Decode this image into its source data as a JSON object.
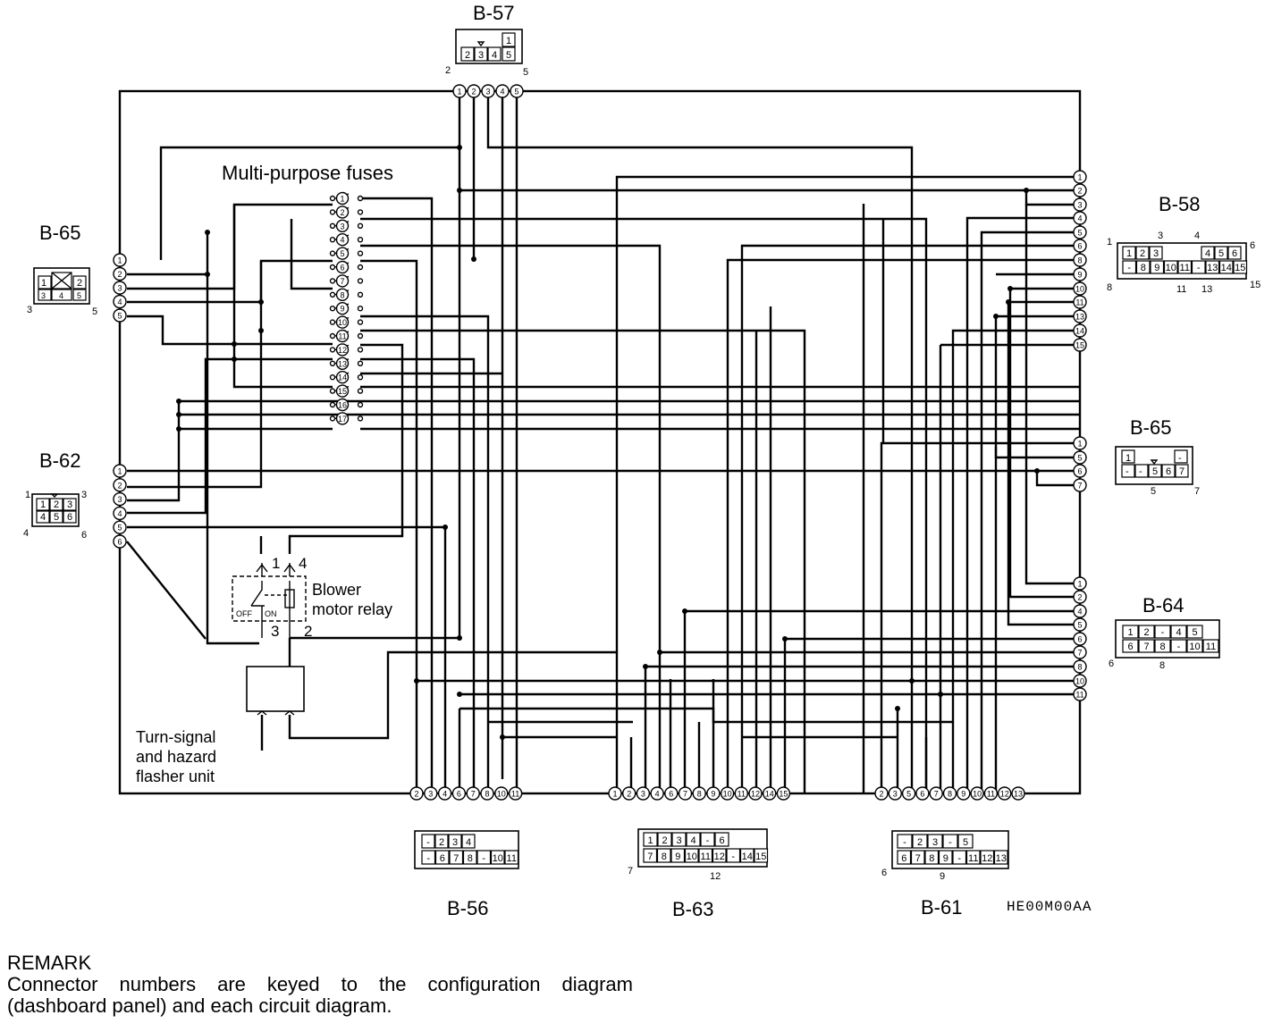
{
  "labels": {
    "multi_purpose_fuses": "Multi-purpose fuses",
    "blower_line1": "Blower",
    "blower_line2": "motor relay",
    "relay_pin1": "1",
    "relay_pin4": "4",
    "relay_pin3": "3",
    "relay_pin2": "2",
    "relay_off": "OFF",
    "relay_on": "ON",
    "flasher_line1": "Turn-signal",
    "flasher_line2": "and hazard",
    "flasher_line3": "flasher unit",
    "image_code": "HE00M00AA"
  },
  "connectors": {
    "b57": {
      "name": "B-57",
      "pins": [
        "1",
        "2",
        "3",
        "4",
        "5"
      ],
      "face": [
        "1",
        "2",
        "3",
        "4",
        "5"
      ],
      "ends": [
        "2",
        "5"
      ]
    },
    "b58": {
      "name": "B-58",
      "pins": [
        "1",
        "2",
        "3",
        "4",
        "5",
        "6",
        "8",
        "9",
        "10",
        "11",
        "13",
        "14",
        "15"
      ],
      "face_top": [
        "1",
        "2",
        "3",
        "4",
        "5",
        "6"
      ],
      "face_bottom": [
        "-",
        "8",
        "9",
        "10",
        "11",
        "-",
        "13",
        "14",
        "15"
      ],
      "ends": [
        "1",
        "3",
        "4",
        "6",
        "8",
        "11",
        "13",
        "15"
      ]
    },
    "b65_left": {
      "name": "B-65",
      "pins": [
        "1",
        "2",
        "3",
        "4",
        "5"
      ],
      "face_top": [
        "1",
        "2"
      ],
      "face_bottom": [
        "3",
        "4",
        "5"
      ],
      "ends": [
        "3",
        "5"
      ]
    },
    "b62": {
      "name": "B-62",
      "pins": [
        "1",
        "2",
        "3",
        "4",
        "5",
        "6"
      ],
      "face_top": [
        "1",
        "2",
        "3"
      ],
      "face_bottom": [
        "4",
        "5",
        "6"
      ],
      "ends": [
        "1",
        "3",
        "4",
        "6"
      ]
    },
    "b65_right": {
      "name": "B-65",
      "pins": [
        "1",
        "5",
        "6",
        "7"
      ],
      "face_top": [
        "1",
        "-"
      ],
      "face_bottom": [
        "-",
        "-",
        "5",
        "6",
        "7"
      ],
      "ends": [
        "5",
        "7"
      ]
    },
    "b64": {
      "name": "B-64",
      "pins": [
        "1",
        "2",
        "4",
        "5",
        "6",
        "7",
        "8",
        "10",
        "11"
      ],
      "face_top": [
        "1",
        "2",
        "-",
        "4",
        "5"
      ],
      "face_bottom": [
        "6",
        "7",
        "8",
        "-",
        "10",
        "11"
      ],
      "ends": [
        "6",
        "8"
      ]
    },
    "b56": {
      "name": "B-56",
      "pins": [
        "2",
        "3",
        "4",
        "6",
        "7",
        "8",
        "10",
        "11"
      ],
      "face_top": [
        "-",
        "2",
        "3",
        "4"
      ],
      "face_bottom": [
        "-",
        "6",
        "7",
        "8",
        "-",
        "10",
        "11"
      ]
    },
    "b63": {
      "name": "B-63",
      "pins": [
        "1",
        "2",
        "3",
        "4",
        "6",
        "7",
        "8",
        "9",
        "10",
        "11",
        "12",
        "14",
        "15"
      ],
      "face_top": [
        "1",
        "2",
        "3",
        "4",
        "-",
        "6"
      ],
      "face_bottom": [
        "7",
        "8",
        "9",
        "10",
        "11",
        "12",
        "-",
        "14",
        "15"
      ],
      "ends": [
        "7",
        "12"
      ]
    },
    "b61": {
      "name": "B-61",
      "pins": [
        "2",
        "3",
        "5",
        "6",
        "7",
        "8",
        "9",
        "10",
        "11",
        "12",
        "13"
      ],
      "face_top": [
        "-",
        "2",
        "3",
        "-",
        "5"
      ],
      "face_bottom": [
        "6",
        "7",
        "8",
        "9",
        "-",
        "11",
        "12",
        "13"
      ],
      "ends": [
        "6",
        "9"
      ]
    }
  },
  "fuses": [
    "1",
    "2",
    "3",
    "4",
    "5",
    "6",
    "7",
    "8",
    "9",
    "10",
    "11",
    "12",
    "13",
    "14",
    "15",
    "16",
    "17"
  ],
  "remark": {
    "title": "REMARK",
    "line1": "Connector numbers are keyed to the configuration diagram",
    "line2": "(dashboard panel) and each circuit diagram."
  }
}
